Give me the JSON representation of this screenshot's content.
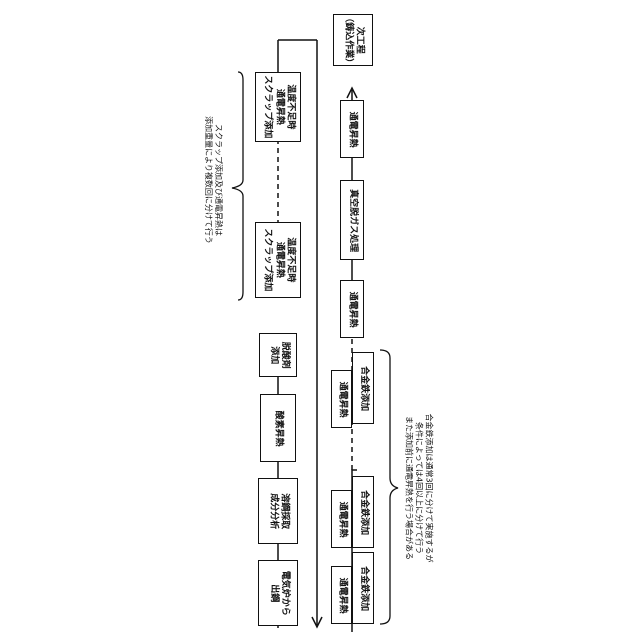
{
  "upper_row": {
    "steps": [
      {
        "id": "tap",
        "text": "電気炉から\n出鋼"
      },
      {
        "id": "sample",
        "text": "溶鋼採取\n成分分析"
      },
      {
        "id": "oxygen",
        "text": "酸素昇熱"
      },
      {
        "id": "deox",
        "text": "脱酸剤\n添加"
      },
      {
        "id": "heat1",
        "text": "温度不足時\n通電昇熱\nスクラップ添加"
      },
      {
        "id": "heat2",
        "text": "温度不足時\n通電昇熱\nスクラップ添加"
      }
    ],
    "note": "スクラップ添加及び通電昇熱は\n添加重量により複数回に分けて行う"
  },
  "lower_row": {
    "alloy_pairs": [
      {
        "top": "通電昇熱",
        "bottom": "合金鉄添加"
      },
      {
        "top": "通電昇熱",
        "bottom": "合金鉄添加"
      },
      {
        "top": "通電昇熱",
        "bottom": "合金鉄添加"
      }
    ],
    "steps": [
      {
        "id": "heat3",
        "text": "通電昇熱"
      },
      {
        "id": "vacuum",
        "text": "真空脱ガス処理"
      },
      {
        "id": "heat4",
        "text": "通電昇熱"
      },
      {
        "id": "next",
        "text": "次工程\n（鋳込作業）"
      }
    ],
    "note": "合金鉄添加は通常3回に分けて実施するが\n条件によっては4回以上に分けて行う\nまた添加前に通電昇熱を行う場合がある"
  }
}
